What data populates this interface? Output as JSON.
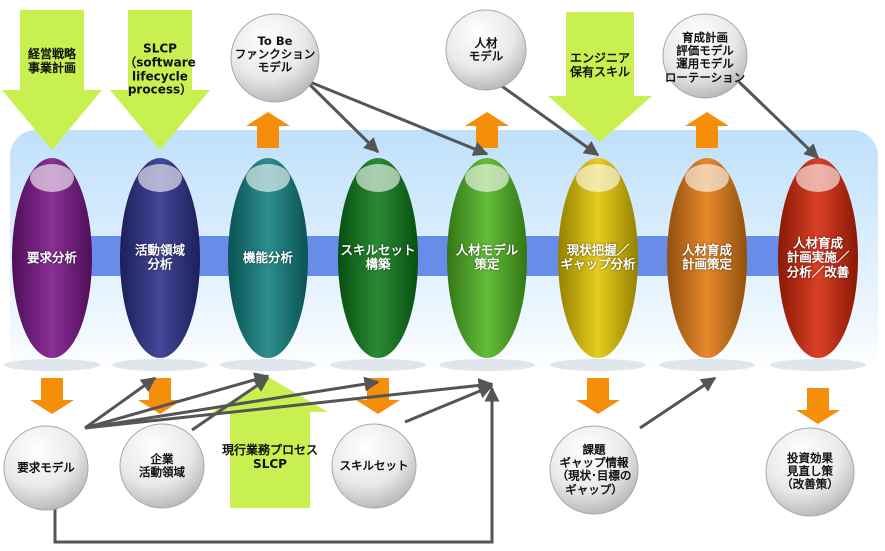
{
  "stages": [
    {
      "id": "requirements-analysis",
      "label": "要求分析",
      "color": "#7a1488"
    },
    {
      "id": "activity-domain-analysis",
      "label": "活動領域\n分析",
      "color": "#2a2f8a"
    },
    {
      "id": "function-analysis",
      "label": "機能分析",
      "color": "#0f7f7f"
    },
    {
      "id": "skillset-construction",
      "label": "スキルセット\n構築",
      "color": "#0d7a1a"
    },
    {
      "id": "talent-model-formulation",
      "label": "人材モデル\n策定",
      "color": "#4fb520"
    },
    {
      "id": "current-state-gap-analysis",
      "label": "現状把握／\nギャップ分析",
      "color": "#e3c600"
    },
    {
      "id": "talent-development-planning",
      "label": "人材育成\n計画策定",
      "color": "#e27a12"
    },
    {
      "id": "talent-development-execution",
      "label": "人材育成\n計画実施／\n分析／改善",
      "color": "#d42608"
    }
  ],
  "inputs": [
    {
      "id": "business-strategy",
      "label": "経営戦略\n事業計画"
    },
    {
      "id": "slcp",
      "label": "SLCP\n（software\nlifecycle\nprocess）"
    },
    {
      "id": "engineer-skills",
      "label": "エンジニア\n保有スキル"
    },
    {
      "id": "current-business-process",
      "label": "現行業務プロセス\nSLCP"
    }
  ],
  "outputs_top": [
    {
      "id": "tobe-function-model",
      "label": "To Be\nファンクション\nモデル"
    },
    {
      "id": "talent-model",
      "label": "人材\nモデル"
    },
    {
      "id": "development-models",
      "label": "育成計画\n評価モデル\n運用モデル\nローテーション"
    }
  ],
  "outputs_bottom": [
    {
      "id": "requirements-model",
      "label": "要求モデル"
    },
    {
      "id": "enterprise-activity-domain",
      "label": "企業\n活動領域"
    },
    {
      "id": "skillset",
      "label": "スキルセット"
    },
    {
      "id": "gap-information",
      "label": "課題\nギャップ情報\n（現状･目標の\nギャップ）"
    },
    {
      "id": "investment-effect",
      "label": "投資効果\n見直し策\n（改善策）"
    }
  ],
  "colors": {
    "input_arrow": "#c8f050",
    "process_arrow": "#5a82e6",
    "output_arrow": "#f58e0a",
    "connector": "#555555",
    "band": "#d7ecfc"
  }
}
